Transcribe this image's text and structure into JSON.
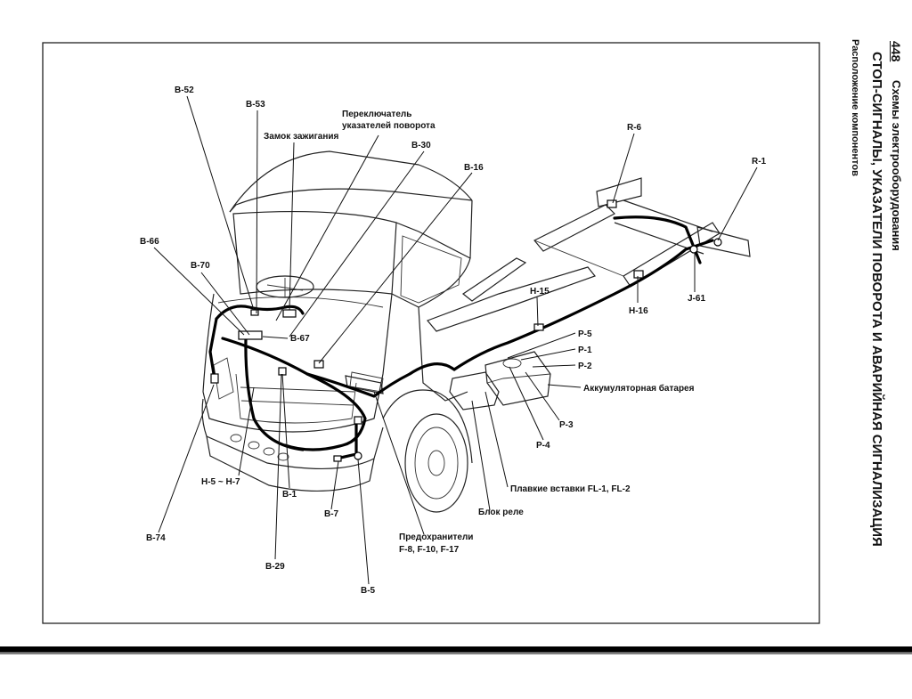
{
  "header": {
    "page_number": "448",
    "section": "Схемы электрооборудования",
    "title": "СТОП-СИГНАЛЫ, УКАЗАТЕЛИ ПОВОРОТА И АВАРИЙНАЯ СИГНАЛИЗАЦИЯ",
    "subtitle": "Расположение компонентов"
  },
  "labels": {
    "B52": "B-52",
    "B53": "B-53",
    "turn_switch_l1": "Переключатель",
    "turn_switch_l2": "указателей поворота",
    "ignition": "Замок зажигания",
    "B30": "B-30",
    "B16": "B-16",
    "B66": "B-66",
    "B70": "B-70",
    "B67": "B-67",
    "R6": "R-6",
    "R1": "R-1",
    "H15": "H-15",
    "H16": "H-16",
    "J61": "J-61",
    "P5": "P-5",
    "P1": "P-1",
    "P2": "P-2",
    "battery": "Аккумуляторная батарея",
    "P3": "P-3",
    "P4": "P-4",
    "fusible_links": "Плавкие вставки FL-1, FL-2",
    "relay_block": "Блок реле",
    "fuses_l1": "Предохранители",
    "fuses_l2": "F-8, F-10, F-17",
    "H5H7": "H-5 ~ H-7",
    "B1": "B-1",
    "B7": "B-7",
    "B74": "B-74",
    "B29": "B-29",
    "B5": "B-5"
  },
  "colors": {
    "ink": "#111111",
    "paper": "#ffffff"
  }
}
